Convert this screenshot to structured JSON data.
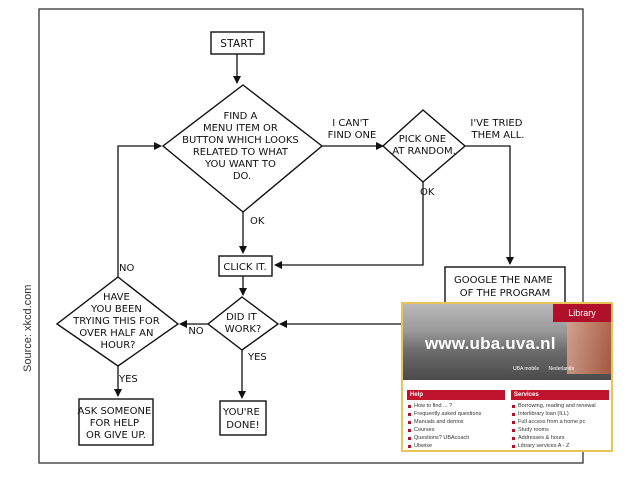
{
  "flowchart": {
    "start": "START",
    "find": [
      "FIND A",
      "MENU ITEM OR",
      "BUTTON WHICH LOOKS",
      "RELATED TO WHAT",
      "YOU WANT TO",
      "DO."
    ],
    "pick": [
      "PICK ONE",
      "AT RANDOM."
    ],
    "click": "CLICK IT.",
    "work": [
      "DID IT",
      "WORK?"
    ],
    "have": [
      "HAVE",
      "YOU BEEN",
      "TRYING THIS FOR",
      "OVER HALF AN",
      "HOUR?"
    ],
    "ask": [
      "ASK SOMEONE",
      "FOR HELP",
      "OR GIVE UP."
    ],
    "done": [
      "YOU'RE",
      "DONE!"
    ],
    "google": [
      "GOOGLE THE NAME",
      "OF THE PROGRAM"
    ],
    "labels": {
      "cant_find": [
        "I CAN'T",
        "FIND ONE"
      ],
      "tried_all": [
        "I'VE TRIED",
        "THEM ALL."
      ],
      "ok_find": "OK",
      "ok_pick": "OK",
      "no_have": "NO",
      "no_work": "NO",
      "yes_work": "YES",
      "yes_have": "YES"
    }
  },
  "credit": "Source: xkcd.com",
  "website": {
    "library_tab": "Library",
    "url": "www.uba.uva.nl",
    "top_links": [
      "UBA mobile",
      "Nederlands"
    ],
    "help": {
      "header": "Help",
      "items": [
        "How to find ... ?",
        "Frequently asked questions",
        "Manuals and demos",
        "Courses",
        "Questions? UBAcoach",
        "Ubwise"
      ]
    },
    "services": {
      "header": "Services",
      "items": [
        "Borrowing, reading and renewal",
        "Interlibrary loan (ILL)",
        "Full access from a home pc",
        "Study rooms",
        "Addresses & hours",
        "Library services A - Z"
      ]
    }
  }
}
